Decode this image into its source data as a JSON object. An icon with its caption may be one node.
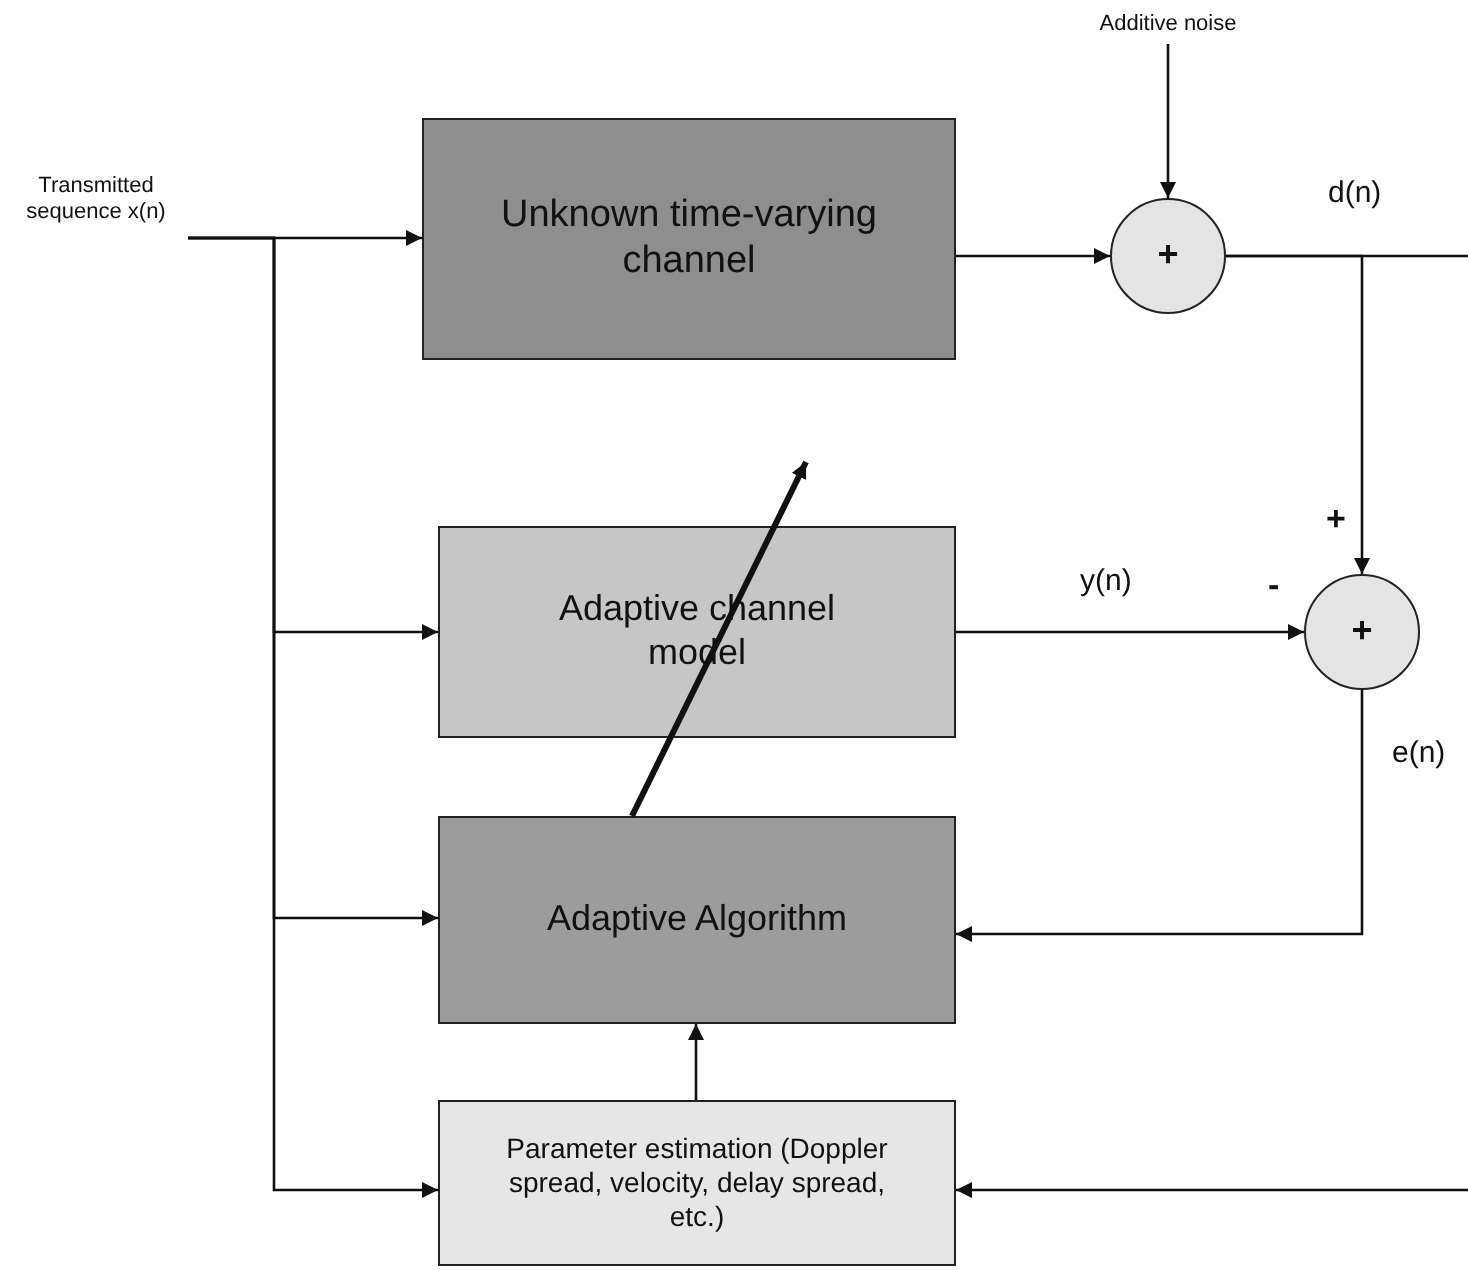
{
  "diagram": {
    "nodes": [
      {
        "text": [
          "Transmitted sequence x(n)"
        ]
      },
      {
        "text": [
          "Unknown time-varying channel"
        ]
      },
      {
        "text": [
          "Additive noise"
        ]
      },
      {
        "text": [
          "+"
        ]
      },
      {
        "text": [
          "Adaptive channel model"
        ]
      },
      {
        "text": [
          "+"
        ],
        "beside": [
          "+",
          "-"
        ]
      },
      {
        "text": [
          "Adaptive Algorithm"
        ]
      },
      {
        "text": [
          "Parameter estimation (Doppler spread, velocity, delay spread, etc.)"
        ]
      }
    ],
    "edges": [
      {
        "from": 0,
        "to": 1,
        "arrow": "to"
      },
      {
        "from": 0,
        "to": 4,
        "arrow": "to"
      },
      {
        "from": 0,
        "to": 6,
        "arrow": "to"
      },
      {
        "from": 0,
        "to": 7,
        "arrow": "to"
      },
      {
        "from": 1,
        "to": 3,
        "arrow": "to"
      },
      {
        "from": 2,
        "to": 3,
        "arrow": "to"
      },
      {
        "from": 3,
        "to": null,
        "arrow": "none",
        "label": "d(n)"
      },
      {
        "from": 3,
        "to": 5,
        "arrow": "to"
      },
      {
        "from": 4,
        "to": 5,
        "arrow": "to",
        "label": "y(n)"
      },
      {
        "from": 5,
        "to": 6,
        "arrow": "to",
        "label": "e(n)"
      },
      {
        "from": null,
        "to": 7,
        "arrow": "to"
      },
      {
        "from": 7,
        "to": 6,
        "arrow": "to"
      },
      {
        "from": 6,
        "to": null,
        "arrow": "to",
        "style": "thick"
      }
    ]
  }
}
